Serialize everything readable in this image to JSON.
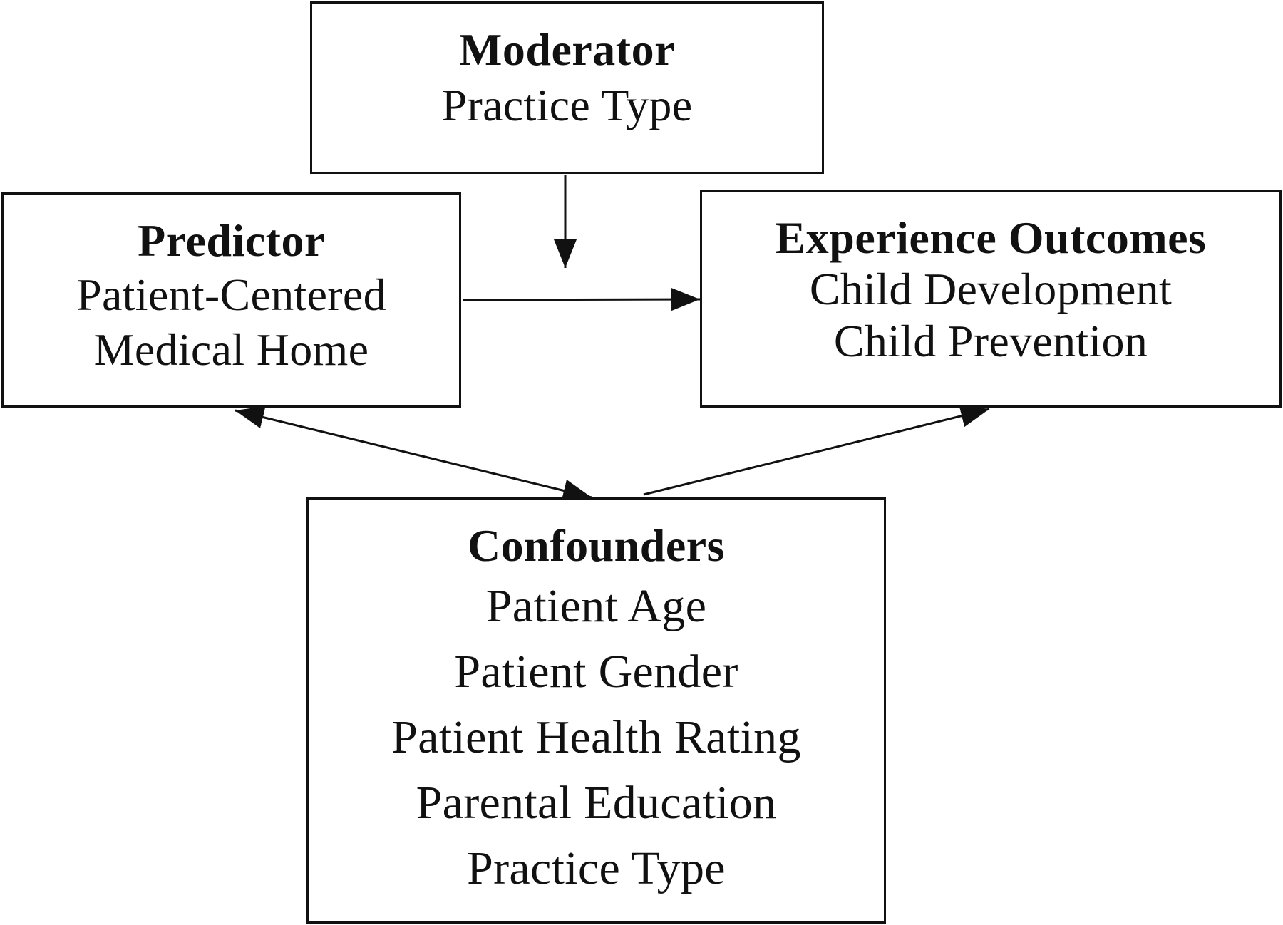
{
  "moderator": {
    "title": "Moderator",
    "lines": [
      "Practice Type"
    ]
  },
  "predictor": {
    "title": "Predictor",
    "lines": [
      "Patient-Centered",
      "Medical Home"
    ]
  },
  "outcomes": {
    "title": "Experience Outcomes",
    "lines": [
      "Child Development",
      "Child Prevention"
    ]
  },
  "confounders": {
    "title": "Confounders",
    "lines": [
      "Patient Age",
      "Patient Gender",
      "Patient Health Rating",
      "Parental Education",
      "Practice Type"
    ]
  },
  "colors": {
    "stroke": "#111111",
    "background": "#ffffff"
  }
}
